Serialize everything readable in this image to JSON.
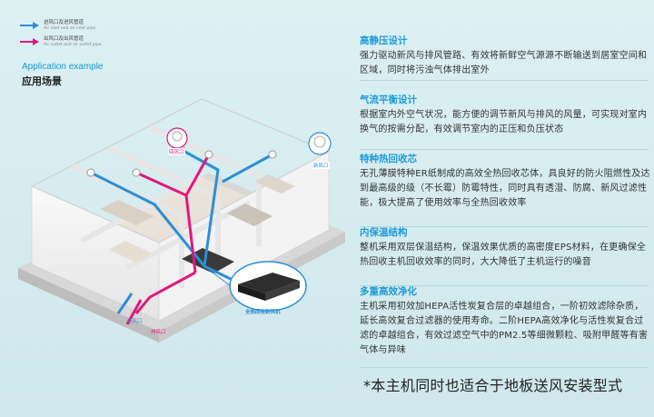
{
  "legend": [
    {
      "label": "进风口及进风管道",
      "sublabel": "Air inlet and air inlet pipe",
      "color": "#2a8fd6"
    },
    {
      "label": "出风口及出风管道",
      "sublabel": "Air outlet and air outlet pipe",
      "color": "#e0197d"
    }
  ],
  "application": {
    "title_en": "Application example",
    "title_zh": "应用场景"
  },
  "illustration": {
    "callout_return": "回风口",
    "callout_fresh": "新风口",
    "callout_unit": "全热回收新风机",
    "label_outdoor_in": "进风口",
    "label_outdoor_out": "排风口"
  },
  "features": [
    {
      "title": "高静压设计",
      "text": "强力驱动新风与排风管路、有效将新鲜空气源源不断输送到居室空间和区域，同时将污浊气体排出室外"
    },
    {
      "title": "气流平衡设计",
      "text": "根据室内外空气状况，能方便的调节新风与排风的风量，可实现对室内换气的按需分配，有效调节室内的正压和负压状态"
    },
    {
      "title": "特种热回收芯",
      "text": "无孔薄膜特种ER纸制成的高效全热回收芯体，具良好的防火阻燃性及达到最高级的级（不长霉）防霉特性，同时具有透湿、防腐、新风过滤性能，极大提高了使用效率与全热回收效率"
    },
    {
      "title": "内保温结构",
      "text": "整机采用双层保温结构，保温效果优质的高密度EPS材料，在更确保全热回收主机回收效率的同时，大大降低了主机运行的噪音"
    },
    {
      "title": "多重高效净化",
      "text": "主机采用初效加HEPA活性炭复合层的卓越组合，一阶初效滤除杂质，延长高效复合过滤器的使用寿命。二阶HEPA高效净化与活性炭复合过滤的卓越组合，有效过滤空气中的PM2.5等细微颗粒、吸附甲醛等有害气体与异味"
    }
  ],
  "footnote": "*本主机同时也适合于地板送风安装型式"
}
